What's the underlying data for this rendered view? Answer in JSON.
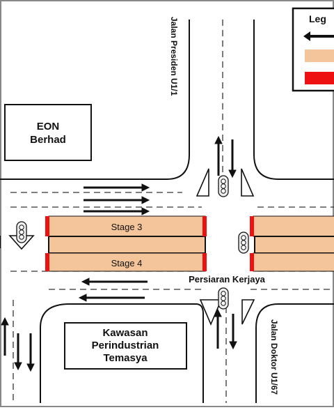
{
  "legend": {
    "title": "Leg"
  },
  "buildings": {
    "eon": {
      "line1": "EON",
      "line2": "Berhad"
    },
    "kawasan": {
      "line1": "Kawasan",
      "line2": "Perindustrian",
      "line3": "Temasya"
    }
  },
  "roads": {
    "north": "Jalan Presiden U1/1",
    "south": "Jalan Doktor U1/67",
    "main": "Persiaran Kerjaya"
  },
  "stages": {
    "upper": "Stage 3",
    "lower": "Stage 4"
  },
  "colors": {
    "crossing_fill": "#f4c49b",
    "crossing_red": "#ee1111",
    "line": "#111111"
  }
}
